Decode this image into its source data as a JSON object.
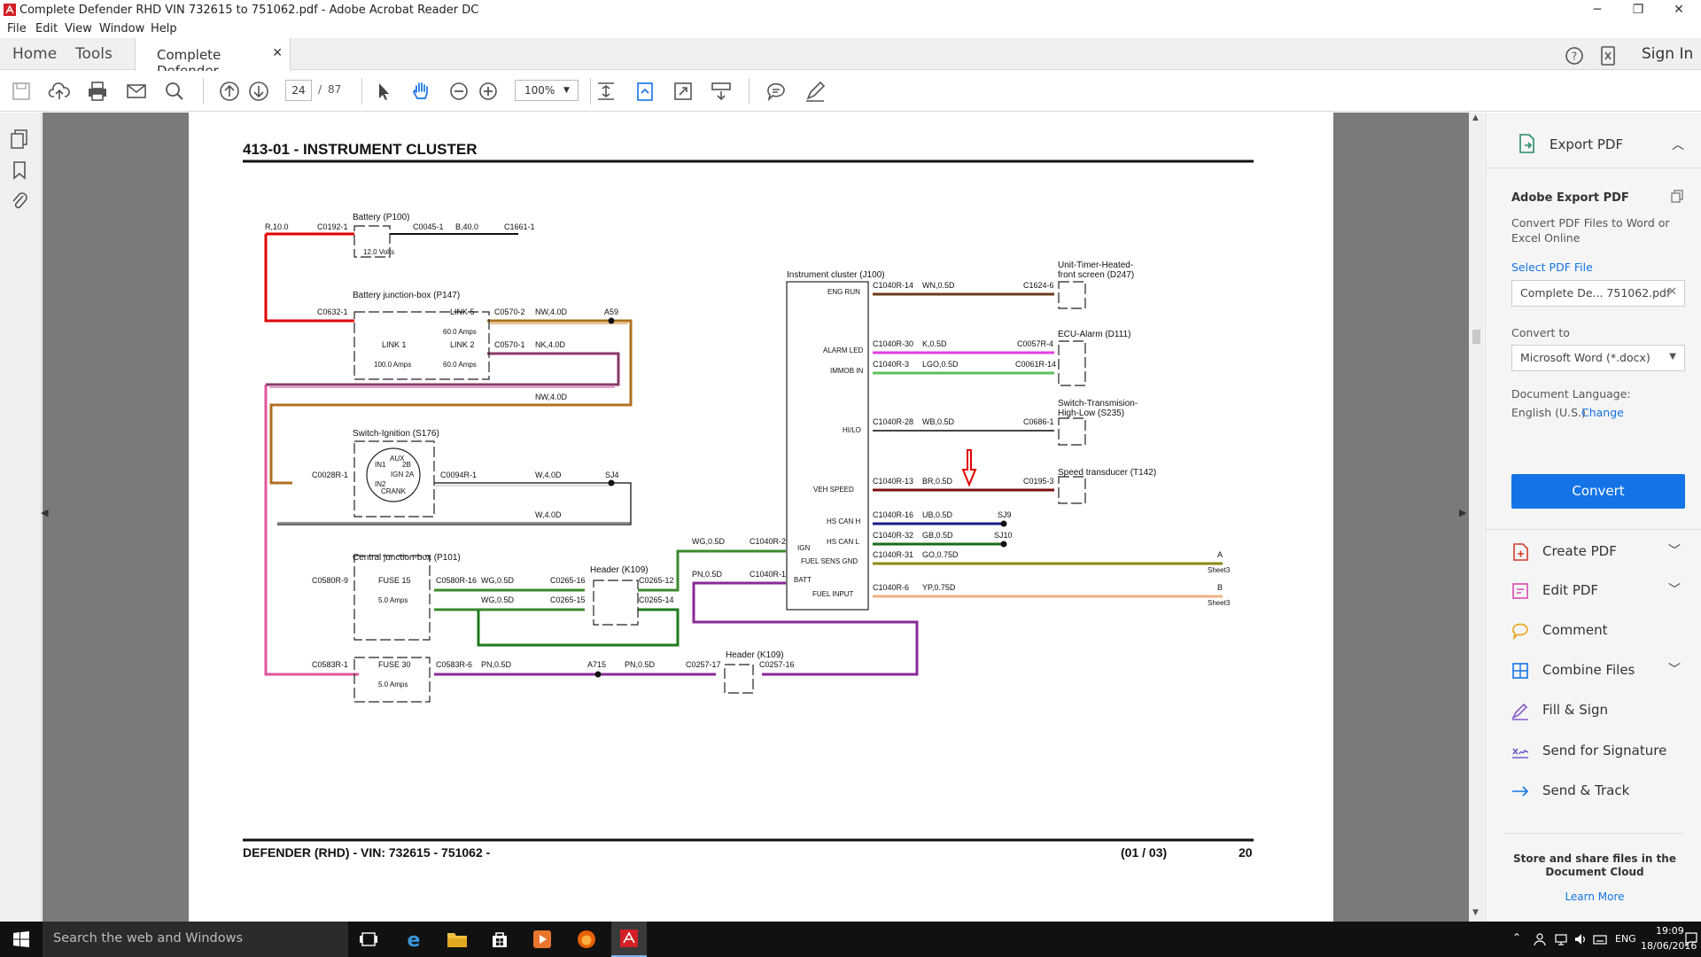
{
  "window": {
    "title": "Complete Defender RHD VIN 732615 to 751062.pdf - Adobe Acrobat Reader DC"
  },
  "menu": [
    "File",
    "Edit",
    "View",
    "Window",
    "Help"
  ],
  "tabs": {
    "home": "Home",
    "tools": "Tools",
    "document": "Complete Defender...",
    "sign_in": "Sign In"
  },
  "toolbar": {
    "page_current": "24",
    "page_sep": "/",
    "page_total": "87",
    "zoom": "100%"
  },
  "document": {
    "header": "413-01 - INSTRUMENT CLUSTER",
    "footer_left": "DEFENDER  (RHD) - VIN: 732615 - 751062 -",
    "footer_mid": "(01 / 03)",
    "footer_page": "20",
    "diagram": {
      "battery": "Battery (P100)",
      "battery_volts": "12.0 Volts",
      "r10": "R,10.0",
      "c0192": "C0192-1",
      "c0045": "C0045-1",
      "b40": "B,40.0",
      "c1661": "C1661-1",
      "bjb": "Battery junction-box (P147)",
      "c0632": "C0632-1",
      "link5": "LINK 5",
      "link5a": "60.0 Amps",
      "c0570_2": "C0570-2",
      "nw40": "NW,4.0D",
      "a59": "A59",
      "link1": "LINK 1",
      "link1a": "100.0 Amps",
      "link2": "LINK 2",
      "link2a": "60.0 Amps",
      "c0570_1": "C0570-1",
      "nk40": "NK,4.0D",
      "nw40b": "NW,4.0D",
      "ign": "Switch-Ignition (S176)",
      "c0028": "C0028R-1",
      "c0094": "C0094R-1",
      "aux": "AUX",
      "ign1": "IN1",
      "ign2b": "2B",
      "ign2a": "IGN 2A",
      "ign2": "IN2",
      "crank": "CRANK",
      "w40": "W,4.0D",
      "sj4": "SJ4",
      "w40b": "W,4.0D",
      "cjb": "Central junction-box (P101)",
      "c0580_9": "C0580R-9",
      "fuse15": "FUSE 15",
      "fuse15a": "5.0 Amps",
      "c0580_16": "C0580R-16",
      "wg05": "WG,0.5D",
      "c0265_16": "C0265-16",
      "header_k109": "Header (K109)",
      "c0265_12": "C0265-12",
      "wg05b": "WG,0.5D",
      "c0265_15": "C0265-15",
      "c0265_14": "C0265-14",
      "c0583_1": "C0583R-1",
      "fuse30": "FUSE 30",
      "fuse30a": "5.0 Amps",
      "c0583_6": "C0583R-6",
      "pn05": "PN,0.5D",
      "a715": "A715",
      "pn05b": "PN,0.5D",
      "c0257_17": "C0257-17",
      "header_k109b": "Header (K109)",
      "c0257_16": "C0257-16",
      "wg05c": "WG,0.5D",
      "c1040_2": "C1040R-2",
      "pn05c": "PN,0.5D",
      "c1040_1": "C1040R-1",
      "cluster": "Instrument cluster (J100)",
      "eng_run": "ENG RUN",
      "alarm_led": "ALARM LED",
      "immob": "IMMOB IN",
      "hilo": "HI/LO",
      "vehspeed": "VEH SPEED",
      "hscanh": "HS CAN H",
      "hscanl": "HS CAN L",
      "ignp": "IGN",
      "fuelgnd": "FUEL SENS GND",
      "batt": "BATT",
      "fuelin": "FUEL INPUT",
      "c1040_14": "C1040R-14",
      "wn05": "WN,0.5D",
      "c1624": "C1624-6",
      "timer": "Unit-Timer-Heated-",
      "timer2": "front screen (D247)",
      "c1040_30": "C1040R-30",
      "k05": "K,0.5D",
      "c0057": "C0057R-4",
      "ecu": "ECU-Alarm (D111)",
      "c1040_3": "C1040R-3",
      "lgo05": "LGO,0.5D",
      "c0061": "C0061R-14",
      "c1040_28": "C1040R-28",
      "wb05": "WB,0.5D",
      "c0686": "C0686-1",
      "sw_trans": "Switch-Transmision-",
      "sw_trans2": "High-Low (S235)",
      "c1040_13": "C1040R-13",
      "br05": "BR,0.5D",
      "c0195": "C0195-3",
      "speed": "Speed transducer (T142)",
      "c1040_16": "C1040R-16",
      "ub05": "UB,0.5D",
      "sj9": "SJ9",
      "c1040_32": "C1040R-32",
      "gb05": "GB,0.5D",
      "sj10": "SJ10",
      "c1040_31": "C1040R-31",
      "go075": "GO,0.75D",
      "a": "A",
      "sheet3a": "Sheet3",
      "c1040_6": "C1040R-6",
      "yp075": "YP,0.75D",
      "b": "B",
      "sheet3b": "Sheet3"
    }
  },
  "right_pane": {
    "export_title": "Export PDF",
    "adobe_export": "Adobe Export PDF",
    "desc": "Convert PDF Files to Word or Excel Online",
    "select": "Select PDF File",
    "file": "Complete De... 751062.pdf",
    "convert_to": "Convert to",
    "format": "Microsoft Word (*.docx)",
    "doc_lang": "Document Language:",
    "lang": "English (U.S.)",
    "change": "Change",
    "convert": "Convert",
    "tools": [
      "Create PDF",
      "Edit PDF",
      "Comment",
      "Combine Files",
      "Fill & Sign",
      "Send for Signature",
      "Send & Track"
    ],
    "store": "Store and share files in the Document Cloud",
    "learn": "Learn More"
  },
  "taskbar": {
    "search": "Search the web and Windows",
    "lang": "ENG",
    "time": "19:09",
    "date": "18/06/2016"
  },
  "colors": {
    "accent": "#1473e6",
    "viewer_bg": "#7a7a7a",
    "taskbar": "#111111"
  }
}
